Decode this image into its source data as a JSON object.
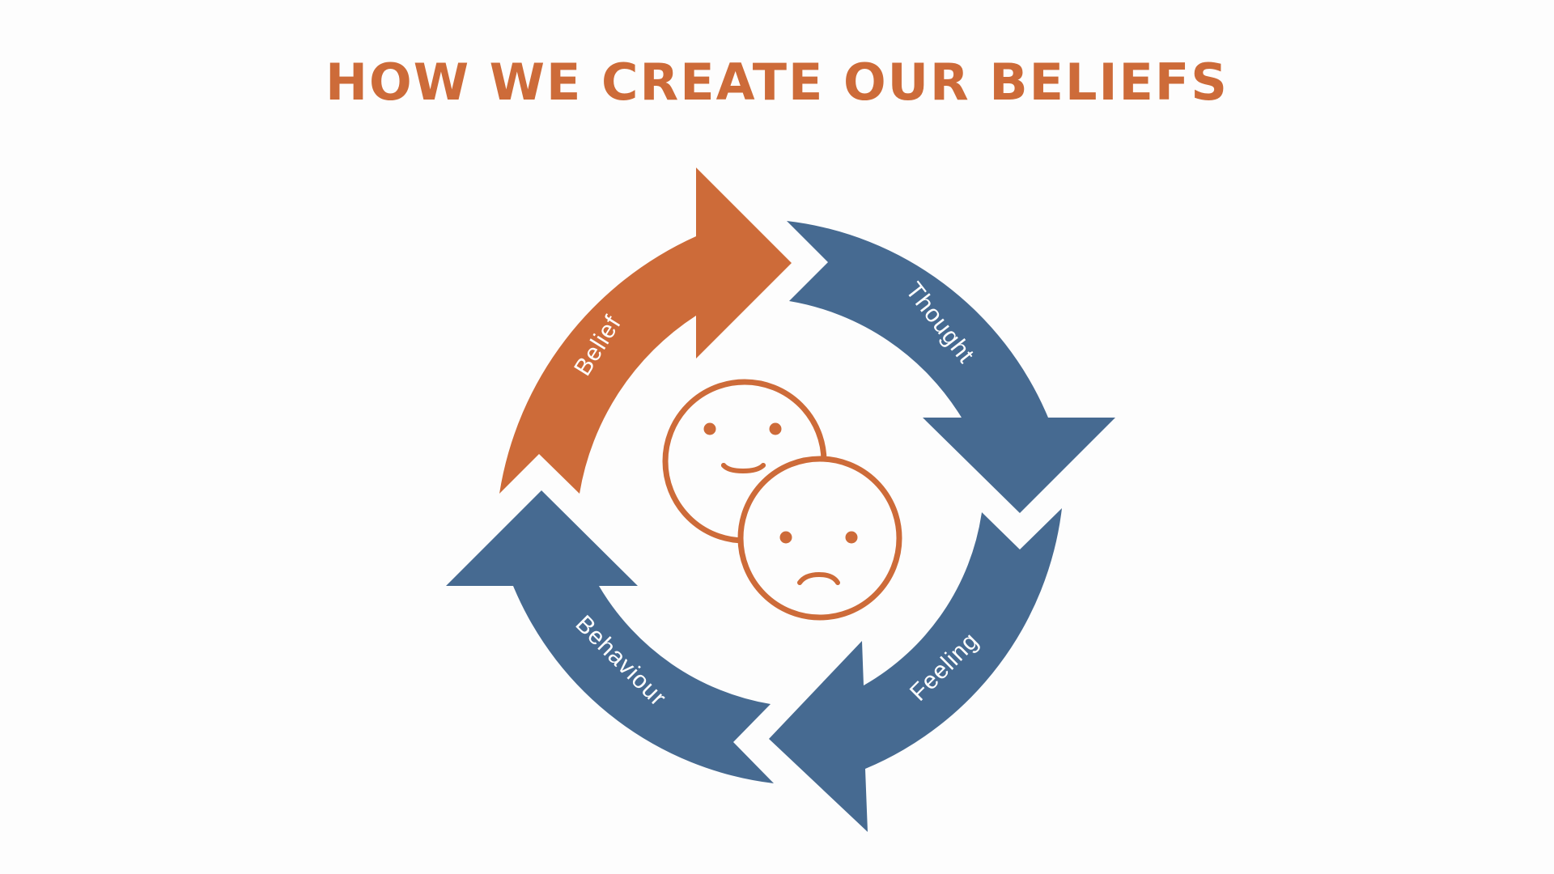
{
  "title": "HOW WE CREATE OUR BELIEFS",
  "cycle": [
    {
      "label": "Belief",
      "color": "#cd6b39"
    },
    {
      "label": "Thought",
      "color": "#466a91"
    },
    {
      "label": "Feeling",
      "color": "#466a91"
    },
    {
      "label": "Behaviour",
      "color": "#466a91"
    }
  ],
  "center_icons": [
    "happy-face-icon",
    "sad-face-icon"
  ],
  "colors": {
    "accent": "#cd6b39",
    "primary": "#466a91",
    "label_text": "#ffffff",
    "background": "#fdfdfd"
  }
}
